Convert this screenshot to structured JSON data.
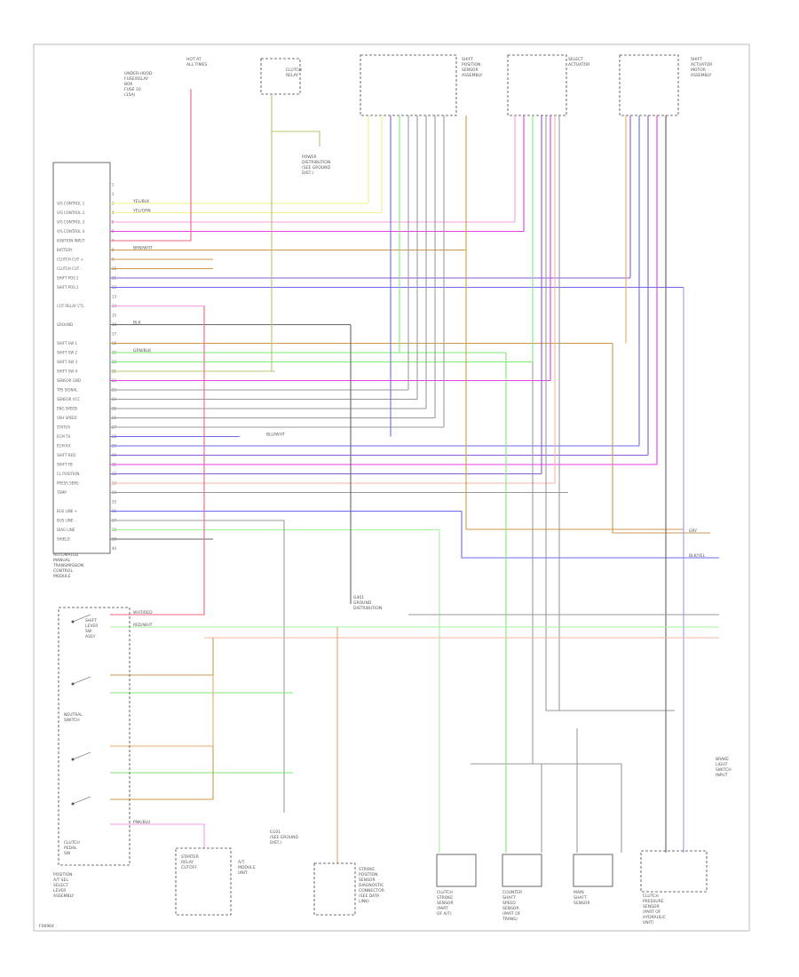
{
  "footer": {
    "figure_code": "F06964"
  },
  "ecm": {
    "pins": [
      {
        "num": "1",
        "label": ""
      },
      {
        "num": "2",
        "label": ""
      },
      {
        "num": "3",
        "label": "V/S CONTROL 1"
      },
      {
        "num": "4",
        "label": "V/S CONTROL 2"
      },
      {
        "num": "5",
        "label": "V/S CONTROL 3"
      },
      {
        "num": "6",
        "label": "V/S CONTROL 4"
      },
      {
        "num": "7",
        "label": "IGNITION INPUT"
      },
      {
        "num": "8",
        "label": "BATTERY"
      },
      {
        "num": "9",
        "label": "CLUTCH CUT +"
      },
      {
        "num": "10",
        "label": "CLUTCH CUT -"
      },
      {
        "num": "11",
        "label": "SHIFT POS 1"
      },
      {
        "num": "12",
        "label": "SHIFT POS 2"
      },
      {
        "num": "13",
        "label": ""
      },
      {
        "num": "14",
        "label": "CUT RELAY CTL"
      },
      {
        "num": "15",
        "label": ""
      },
      {
        "num": "16",
        "label": "GROUND"
      },
      {
        "num": "17",
        "label": ""
      },
      {
        "num": "18",
        "label": "SHIFT SW 1"
      },
      {
        "num": "19",
        "label": "SHIFT SW 2"
      },
      {
        "num": "20",
        "label": "SHIFT SW 3"
      },
      {
        "num": "21",
        "label": "SHIFT SW 4"
      },
      {
        "num": "22",
        "label": "SENSOR GND"
      },
      {
        "num": "23",
        "label": "TPS SIGNAL"
      },
      {
        "num": "24",
        "label": "SENSOR VCC"
      },
      {
        "num": "25",
        "label": "ENG SPEED"
      },
      {
        "num": "26",
        "label": "VEH SPEED"
      },
      {
        "num": "27",
        "label": "STATUS"
      },
      {
        "num": "28",
        "label": "ECM TX"
      },
      {
        "num": "29",
        "label": "ECM RX"
      },
      {
        "num": "30",
        "label": "SHIFT REQ"
      },
      {
        "num": "31",
        "label": "SHIFT FB"
      },
      {
        "num": "32",
        "label": "CL POSITION"
      },
      {
        "num": "33",
        "label": "PRESS SENS"
      },
      {
        "num": "34",
        "label": "TEMP"
      },
      {
        "num": "35",
        "label": ""
      },
      {
        "num": "36",
        "label": "BUS LINE +"
      },
      {
        "num": "37",
        "label": "BUS LINE -"
      },
      {
        "num": "38",
        "label": "DIAG LINE"
      },
      {
        "num": "39",
        "label": "SHIELD"
      },
      {
        "num": "40",
        "label": ""
      }
    ],
    "caption": [
      "AUTOMATED",
      "MANUAL",
      "TRANSMISSION",
      "CONTROL",
      "MODULE"
    ]
  },
  "top_components": {
    "fuse_label": [
      "HOT AT",
      "ALL TIMES"
    ],
    "underhood": [
      "UNDER-HOOD",
      "FUSE/RELAY",
      "BOX",
      "FUSE 10",
      "(15A)"
    ],
    "relay_box": [
      "CLUTCH",
      "RELAY"
    ],
    "connector_caption": [
      "POWER",
      "DISTRIBUTION",
      "(SEE GROUND",
      "DIST.)"
    ],
    "sensor_group_caption": [
      "SHIFT",
      "POSITION",
      "SENSOR",
      "ASSEMBLY"
    ],
    "actuator_caption": [
      "SELECT",
      "ACTUATOR"
    ],
    "motor_caption": [
      "SHIFT",
      "ACTUATOR",
      "MOTOR",
      "ASSEMBLY"
    ]
  },
  "wire_labels": {
    "brn_wht": "BRN/WHT",
    "yel_blk": "YEL/BLK",
    "yel_grn": "YEL/GRN",
    "grn_blk": "GRN/BLK",
    "blu_wht": "BLU/WHT",
    "blk": "BLK",
    "wht_red": "WHT/RED",
    "red_wht": "RED/WHT",
    "pnk_blu": "PNK/BLU",
    "gry": "GRY",
    "blk_yel": "BLK/YEL"
  },
  "ground_label": [
    "G401",
    "GROUND",
    "DISTRIBUTION"
  ],
  "ground_label2": [
    "G101",
    "(SEE GROUND",
    "DIST.)"
  ],
  "left_switches": {
    "neutral": [
      "NEUTRAL",
      "SWITCH"
    ],
    "shift_lever": [
      "SHIFT",
      "LEVER",
      "SW",
      "ASSY"
    ],
    "clutch": [
      "CLUTCH",
      "PEDAL",
      "SW"
    ],
    "caption": [
      "POSITION",
      "A/T SEL",
      "SELECT",
      "LEVER",
      "ASSEMBLY"
    ]
  },
  "bottom_components": {
    "relay": [
      "STARTER",
      "RELAY",
      "CUTOFF"
    ],
    "relay_caption": [
      "A/T",
      "MODULE",
      "UNIT"
    ],
    "sensor_caption": [
      "STROKE",
      "POSITION",
      "SENSOR",
      "DIAGNOSTIC",
      "CONNECTOR",
      "(SEE DATA",
      "LINK)"
    ],
    "s1": [
      "CLUTCH",
      "STROKE",
      "SENSOR",
      "(PART",
      "OF A/T)"
    ],
    "s2": [
      "COUNTER",
      "SHAFT",
      "SPEED",
      "SENSOR",
      "(PART OF",
      "TRANS)"
    ],
    "s3": [
      "MAIN",
      "SHAFT",
      "SENSOR"
    ],
    "s4": [
      "CLUTCH",
      "PRESSURE",
      "SENSOR",
      "(PART OF",
      "HYDRAULIC",
      "UNIT)"
    ],
    "s5_top": [
      "BRAKE",
      "LIGHT",
      "SWITCH",
      "INPUT"
    ]
  },
  "wire_colors": {
    "yellow": "#f2f08a",
    "pink": "#f59be6",
    "magenta": "#e53ee5",
    "orange": "#e8a96b",
    "brown": "#c99a4a",
    "green": "#7dea76",
    "lightgreen": "#a6f2a0",
    "blue": "#6b6bf0",
    "lightblue": "#9a9af5",
    "gray": "#9a9a9a",
    "darkgray": "#666666",
    "red": "#f0667a",
    "salmon": "#f7b4a0",
    "olive": "#b9c46b",
    "purple": "#8a5ad8"
  }
}
